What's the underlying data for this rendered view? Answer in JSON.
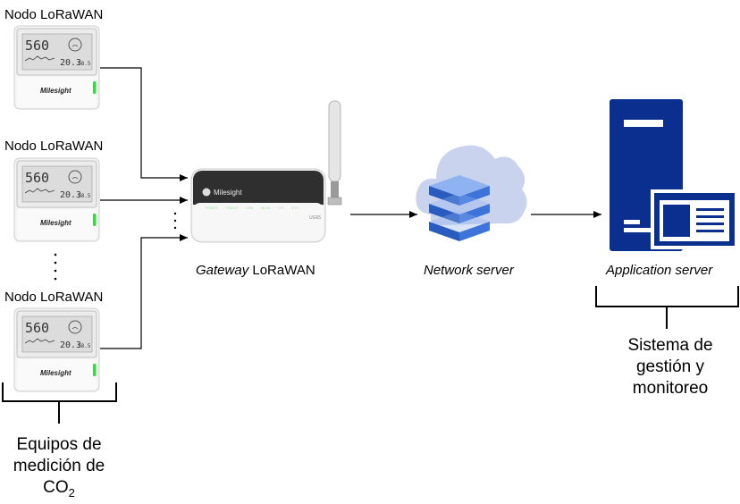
{
  "nodes": [
    {
      "label": "Nodo LoRaWAN",
      "reading": "560",
      "brand": "Milesight",
      "temp": "20.3",
      "hum": "58.5"
    },
    {
      "label": "Nodo LoRaWAN",
      "reading": "560",
      "brand": "Milesight",
      "temp": "20.3",
      "hum": "58.5"
    },
    {
      "label": "Nodo LoRaWAN",
      "reading": "560",
      "brand": "Milesight",
      "temp": "20.3",
      "hum": "58.5"
    }
  ],
  "gateway": {
    "label_italic": "Gateway",
    "label_rest": " LoRaWAN",
    "brand": "Milesight",
    "model": "UG65",
    "leds": [
      "POWER",
      "STATUS",
      "LoRa",
      "WLAN",
      "LTE",
      "ETH"
    ]
  },
  "network_server": {
    "label": "Network server"
  },
  "application_server": {
    "label": "Application server"
  },
  "groups": {
    "equipment_line1": "Equipos de",
    "equipment_line2": "medición de",
    "equipment_co": "CO",
    "equipment_sub": "2",
    "management_line1": "Sistema de",
    "management_line2": "gestión y",
    "management_line3": "monitoreo"
  },
  "colors": {
    "server_blue": "#0b2f8f",
    "cloud": "#c9d3ee",
    "stack_blue": "#3d74d9",
    "led_green": "#3fd34a"
  }
}
